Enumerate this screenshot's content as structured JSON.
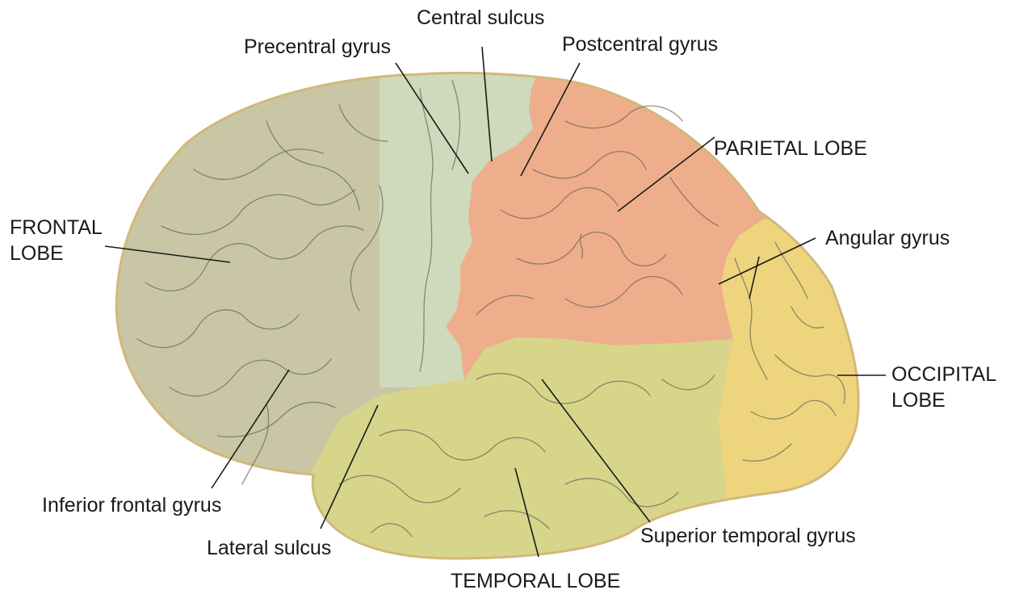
{
  "diagram": {
    "colors": {
      "frontal": "#c9c6a5",
      "precentral": "#cfd9bc",
      "parietal": "#eeae8c",
      "temporal": "#d7d58a",
      "occipital": "#eed57d",
      "outline": "#d2b87a",
      "sulcus_line": "#6c6a5e",
      "label_text": "#1a1a1a"
    },
    "labels": {
      "central_sulcus": "Central sulcus",
      "precentral_gyrus": "Precentral gyrus",
      "postcentral_gyrus": "Postcentral gyrus",
      "parietal_lobe": "PARIETAL LOBE",
      "frontal_lobe_line1": "FRONTAL",
      "frontal_lobe_line2": "LOBE",
      "angular_gyrus": "Angular gyrus",
      "occipital_lobe_line1": "OCCIPITAL",
      "occipital_lobe_line2": "LOBE",
      "inferior_frontal_gyrus": "Inferior frontal gyrus",
      "lateral_sulcus": "Lateral sulcus",
      "superior_temporal_gyrus": "Superior temporal gyrus",
      "temporal_lobe": "TEMPORAL LOBE"
    }
  }
}
